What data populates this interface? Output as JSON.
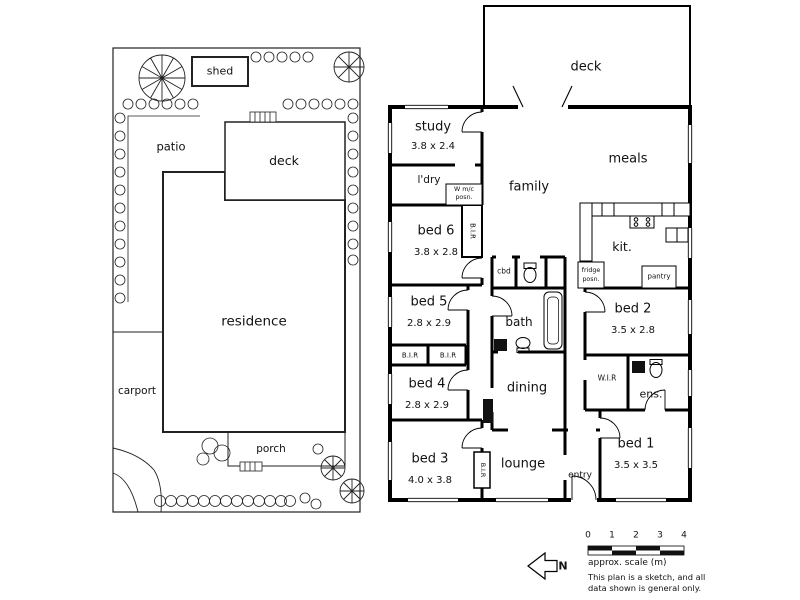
{
  "site_plan": {
    "shed": "shed",
    "patio": "patio",
    "deck": "deck",
    "residence": "residence",
    "carport": "carport",
    "porch": "porch"
  },
  "floor_plan": {
    "deck": "deck",
    "study": {
      "name": "study",
      "dim": "3.8 x 2.4"
    },
    "laundry": "l'dry",
    "wm1": "W m/c",
    "wm2": "posn.",
    "family": "family",
    "meals": "meals",
    "bed6": {
      "name": "bed 6",
      "dim": "3.8 x 2.8"
    },
    "bed6_robe": "B.I.R",
    "kitchen": "kit.",
    "cbd": "cbd",
    "fridge1": "fridge",
    "fridge2": "posn.",
    "pantry": "pantry",
    "bed5": {
      "name": "bed 5",
      "dim": "2.8 x 2.9"
    },
    "bath": "bath",
    "bed2": {
      "name": "bed 2",
      "dim": "3.5 x 2.8"
    },
    "robe_a": "B.I.R",
    "robe_b": "B.I.R",
    "bed4": {
      "name": "bed 4",
      "dim": "2.8 x 2.9"
    },
    "dining": "dining",
    "wir": "W.I.R",
    "ensuite": "ens.",
    "bed3": {
      "name": "bed 3",
      "dim": "4.0 x 3.8"
    },
    "bed3_robe": "B.I.R",
    "lounge": "lounge",
    "entry": "entry",
    "bed1": {
      "name": "bed 1",
      "dim": "3.5 x 3.5"
    }
  },
  "footer": {
    "north_label": "N",
    "scale_ticks": [
      "0",
      "1",
      "2",
      "3",
      "4"
    ],
    "scale_caption": "approx. scale (m)",
    "disclaimer_line1": "This plan is a sketch, and all",
    "disclaimer_line2": "data shown is general only."
  },
  "icons": {
    "north_arrow_icon": "left-block-arrow",
    "tree_icon": "circle-with-radial-spokes",
    "scale_bar": "alternating-black-white-bar"
  },
  "colors": {
    "ink": "#111111",
    "background": "#ffffff"
  }
}
